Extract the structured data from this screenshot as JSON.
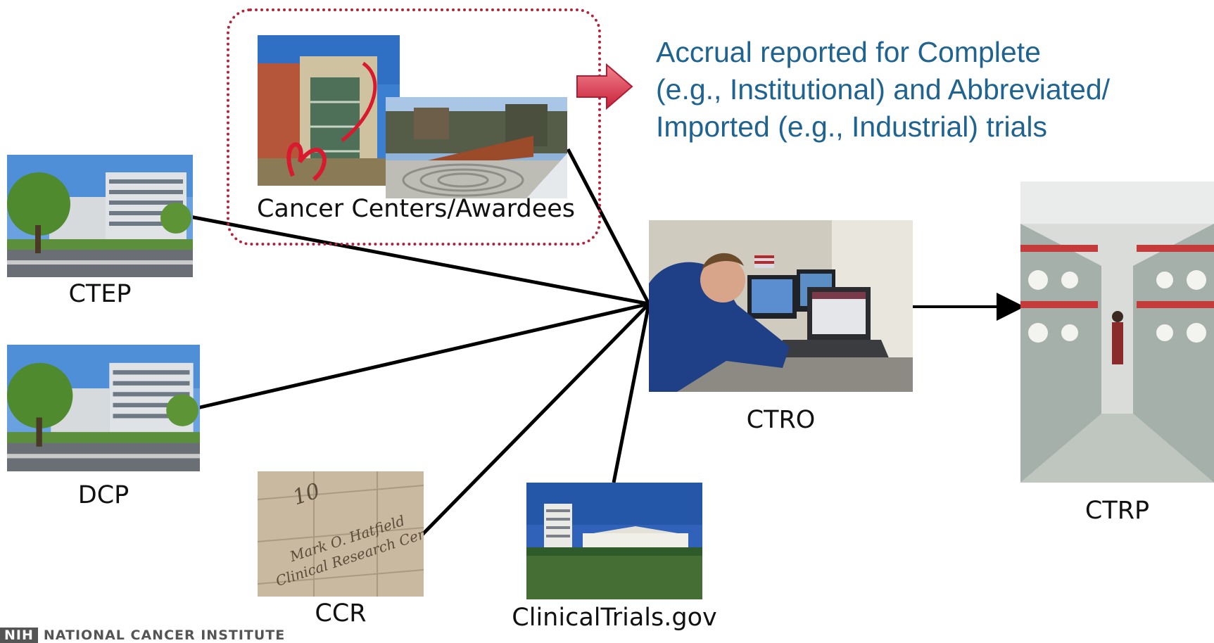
{
  "callout": {
    "lines": [
      "Accrual reported for Complete",
      "(e.g., Institutional) and Abbreviated/",
      "Imported (e.g., Industrial) trials"
    ]
  },
  "nodes": {
    "cancer_centers": "Cancer Centers/Awardees",
    "ctep": "CTEP",
    "dcp": "DCP",
    "ccr": "CCR",
    "clinicaltrials": "ClinicalTrials.gov",
    "ctro": "CTRO",
    "ctrp": "CTRP"
  },
  "photos": {
    "ccr_sign": [
      "10",
      "Mark O. Hatfield",
      "Clinical Research Center"
    ]
  },
  "footer": {
    "badge": "NIH",
    "text": "NATIONAL CANCER INSTITUTE"
  },
  "colors": {
    "callout_text": "#1f6391",
    "dotted_border": "#b3243c",
    "arrow_fill": "#e0334f",
    "connector": "#000000"
  }
}
